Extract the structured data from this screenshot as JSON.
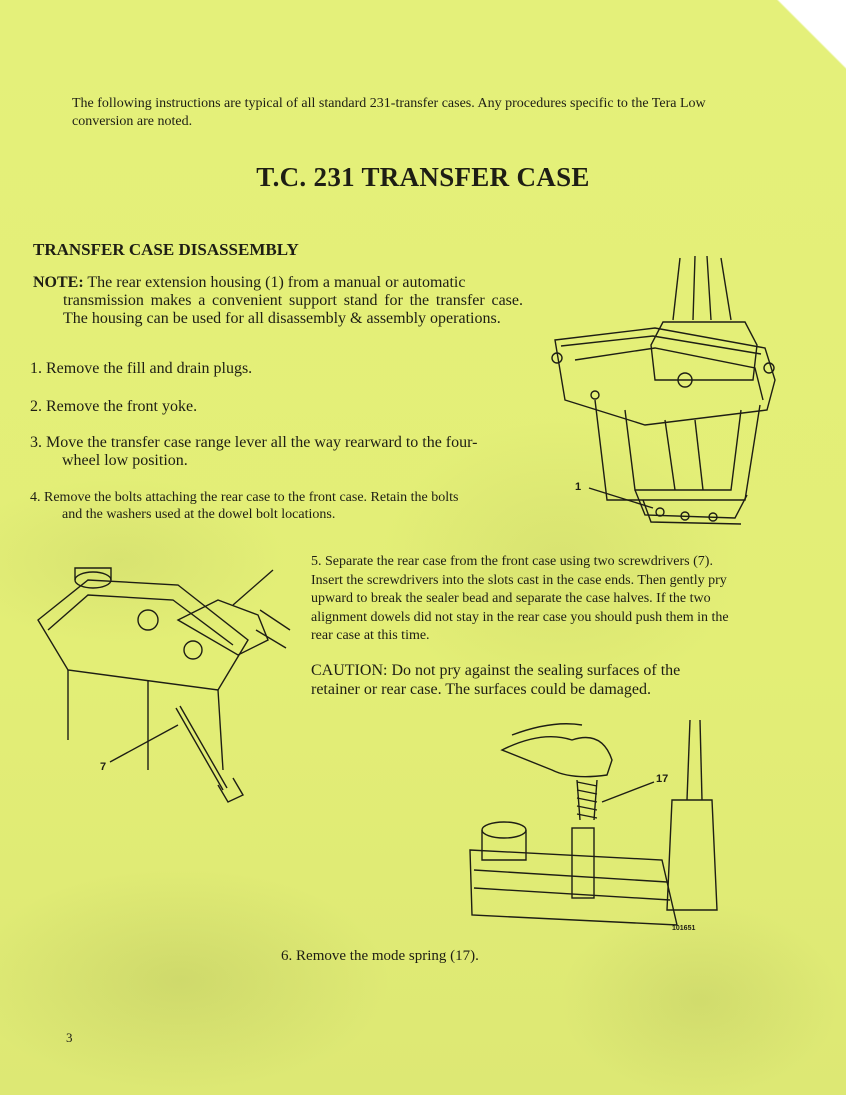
{
  "intro": "The following instructions are typical of all standard 231-transfer cases. Any procedures specific to the Tera Low conversion are noted.",
  "title": "T.C. 231 TRANSFER CASE",
  "section_heading": "TRANSFER CASE DISASSEMBLY",
  "note": {
    "label": "NOTE:",
    "line1": " The rear extension housing (1) from a manual or automatic",
    "rest": "transmission makes a convenient support stand for the transfer case. The housing can be used for all disassembly & assembly operations."
  },
  "steps": {
    "s1": "1. Remove the fill and drain plugs.",
    "s2": "2. Remove the front yoke.",
    "s3_a": "3. Move the transfer case range lever all the way rearward to the four-",
    "s3_b": "wheel low position.",
    "s4_a": "4. Remove the bolts attaching the rear case to the front case. Retain the bolts",
    "s4_b": "and the washers used at the dowel bolt locations.",
    "s5": "5. Separate the rear case from the front case using two screwdrivers (7). Insert the screwdrivers into the slots cast in the case ends. Then gently pry upward to break the sealer bead and separate the case halves. If the two alignment dowels did not stay in the rear case you should push them in the rear case at this time.",
    "caution": "CAUTION: Do not pry against the sealing surfaces of the retainer or rear case. The surfaces could be damaged.",
    "s6": "6. Remove the mode spring (17)."
  },
  "figures": {
    "fig1_callout": "1",
    "fig2_callout": "7",
    "fig3_callout": "17",
    "fig3_code": "101651"
  },
  "page_number": "3"
}
